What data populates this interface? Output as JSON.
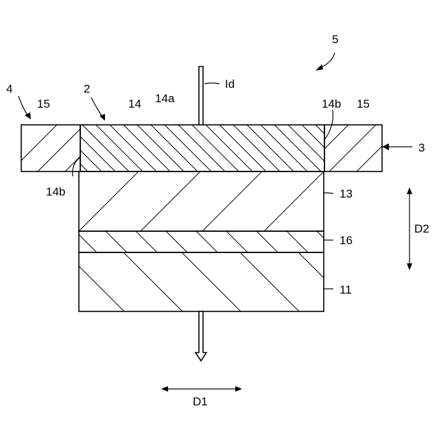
{
  "labels": {
    "device": "5",
    "current": "Id",
    "ref4": "4",
    "ref2": "2",
    "ref15_left": "15",
    "ref14": "14",
    "ref14a": "14a",
    "ref14b_right": "14b",
    "ref15_right": "15",
    "ref3": "3",
    "ref14b_left": "14b",
    "ref13": "13",
    "ref16": "16",
    "ref11": "11",
    "dir_vertical": "D2",
    "dir_horizontal": "D1"
  }
}
